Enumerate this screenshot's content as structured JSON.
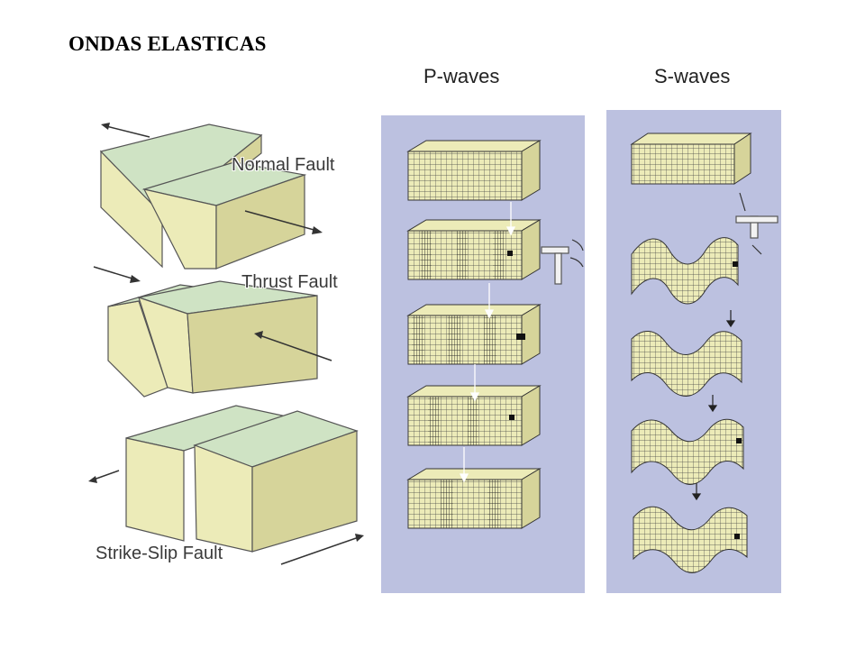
{
  "title": "ONDAS ELASTICAS",
  "panels": {
    "p_waves": "P-waves",
    "s_waves": "S-waves"
  },
  "faults": {
    "normal": "Normal Fault",
    "thrust": "Thrust Fault",
    "strike_slip": "Strike-Slip Fault"
  },
  "colors": {
    "block_top": "#cfe3c4",
    "block_front": "#ecebb8",
    "block_side": "#d6d49a",
    "panel_bg": "#bcc1e0",
    "line": "#333333"
  }
}
